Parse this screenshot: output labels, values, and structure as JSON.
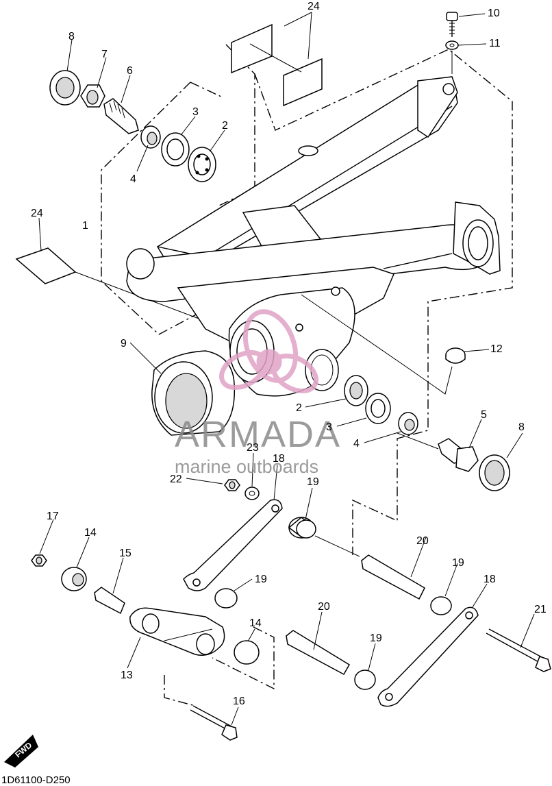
{
  "diagram_code": "1D61100-D250",
  "watermark": {
    "brand": "ARMADA",
    "tagline": "marine outboards",
    "accent_color": "#e0a3c6"
  },
  "fwd_badge": "FWD",
  "callouts": {
    "n1": "1",
    "n2a": "2",
    "n2b": "2",
    "n3a": "3",
    "n3b": "3",
    "n4a": "4",
    "n4b": "4",
    "n5": "5",
    "n6": "6",
    "n7": "7",
    "n8a": "8",
    "n8b": "8",
    "n9": "9",
    "n10": "10",
    "n11": "11",
    "n12": "12",
    "n13": "13",
    "n14a": "14",
    "n14b": "14",
    "n15": "15",
    "n16": "16",
    "n17": "17",
    "n18a": "18",
    "n18b": "18",
    "n19a": "19",
    "n19b": "19",
    "n19c": "19",
    "n19d": "19",
    "n20a": "20",
    "n20b": "20",
    "n21": "21",
    "n22": "22",
    "n23": "23",
    "n24a": "24",
    "n24b": "24"
  }
}
